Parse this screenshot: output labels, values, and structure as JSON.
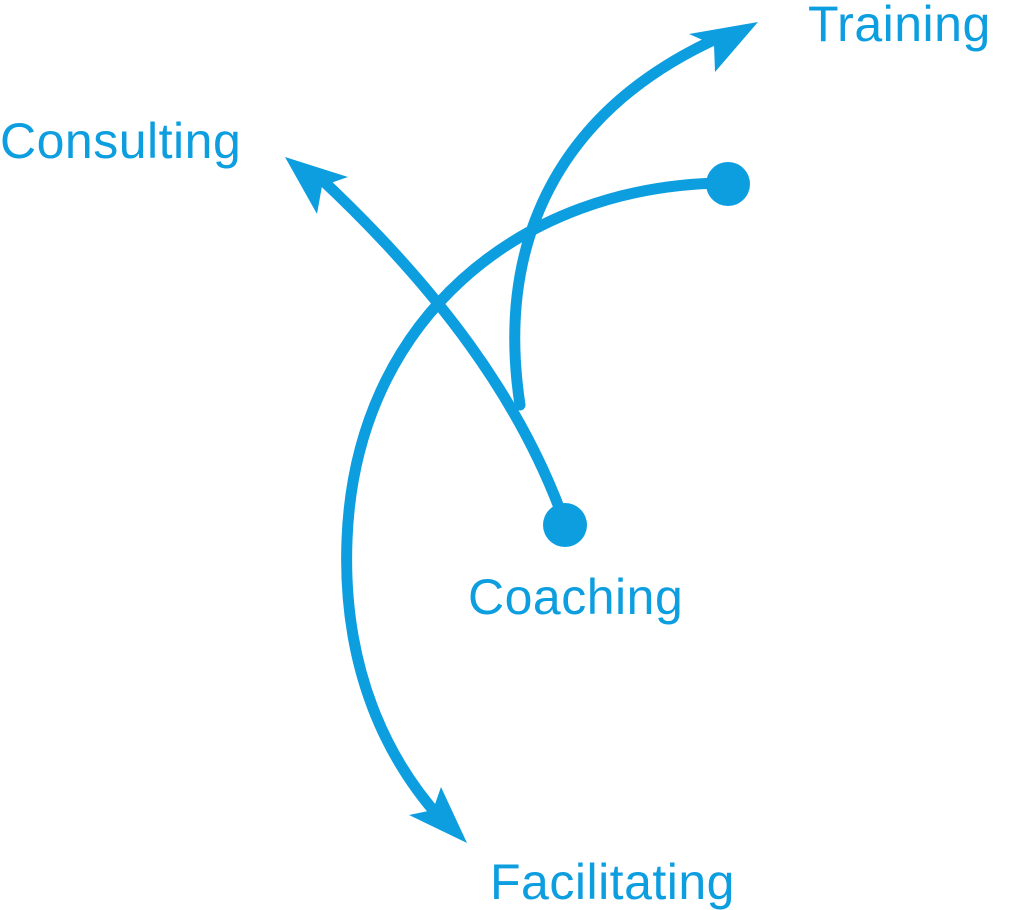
{
  "labels": {
    "training": "Training",
    "consulting": "Consulting",
    "coaching": "Coaching",
    "facilitating": "Facilitating"
  },
  "colors": {
    "accent": "#0d9ee0"
  }
}
